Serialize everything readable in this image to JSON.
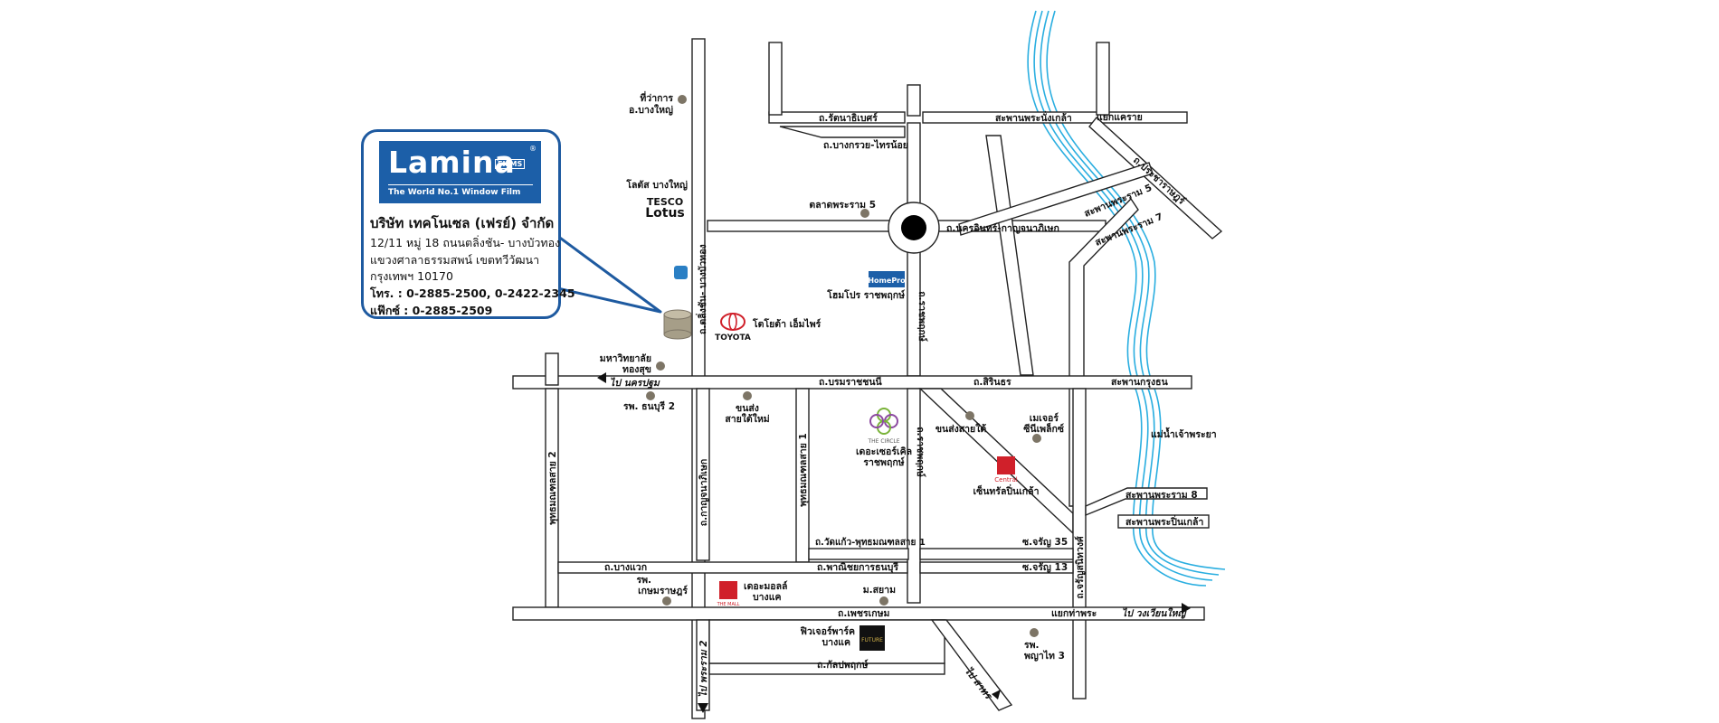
{
  "company": {
    "logo_text": "Lamina",
    "logo_films": "FILMS",
    "logo_reg": "®",
    "logo_tagline": "The World No.1 Window Film",
    "name": "บริษัท เทคโนเซล (เฟรย์) จำกัด",
    "address_1": "12/11 หมู่ 18 ถนนตลิ่งชัน- บางบัวทอง",
    "address_2": "แขวงศาลาธรรมสพน์ เขตทวีวัฒนา",
    "address_3": "กรุงเทพฯ 10170",
    "tel": "โทร. : 0-2885-2500, 0-2422-2345",
    "fax": "แฟ๊กซ์ : 0-2885-2509"
  },
  "roads": {
    "rattanathibet": "ถ.รัตนาธิเบศร์",
    "bang_kruai_sai_noi": "ถ.บางกรวย-ไทรน้อย",
    "nakhon_in_kanchanaphisek": "ถ.นครอินทร์-กาญจนาภิเษก",
    "taling_chan_bang_bua_thong": "ถ.ตลิ่งชัน- บางบัวทอง",
    "ratchaphruek_upper": "ถ.ราชพฤกษ์",
    "borommaratchachonnani": "ถ.บรมราชชนนี",
    "sirindhorn": "ถ.สิรินธร",
    "ratchaphruek_lower": "ถ.ราชพฤกษ์",
    "kanchanaphisek": "ถ.กาญจนาภิเษก",
    "phutthamonthon_2": "พุทธมณฑลสาย 2",
    "phutthamonthon_1": "พุทธมณฑลสาย 1",
    "wat_kaeo_phutthamonthon_1": "ถ.วัดแก้ว-พุทธมณฑลสาย 1",
    "soi_charan_35": "ซ.จรัญ 35",
    "soi_charan_13": "ซ.จรัญ 13",
    "bang_waek": "ถ.บางแวก",
    "phanitchayakan_thonburi": "ถ.พาณิชยการธนบุรี",
    "phetkasem": "ถ.เพชรเกษม",
    "kanlapaphruek": "ถ.กัลปพฤกษ์",
    "charan_sanitwong": "ถ.จรัญสนิทวงศ์",
    "pracharat": "ถ.ประชาราษฎร์"
  },
  "bridges": {
    "phra_nang_klao": "สะพานพระนั่งเกล้า",
    "phra_ram_5": "สะพานพระราม 5",
    "phra_ram_7": "สะพานพระราม 7",
    "krung_thon": "สะพานกรุงธน",
    "phra_ram_8": "สะพานพระราม 8",
    "phra_pin_klao": "สะพานพระปิ่นเกล้า"
  },
  "intersections": {
    "khae_rai": "แยกแคราย",
    "tha_phra": "แยกท่าพระ"
  },
  "places": {
    "bang_yai_district_l1": "ที่ว่าการ",
    "bang_yai_district_l2": "อ.บางใหญ่",
    "lotus_bang_yai": "โลตัส บางใหญ่",
    "tesco": "TESCO",
    "lotus": "Lotus",
    "talat_phra_ram_5": "ตลาดพระราม 5",
    "homepro_label": "โฮมโปร ราชพฤกษ์",
    "homepro_logo": "HomePro",
    "toyota_label": "โตโยต้า เอ็มไพร์",
    "toyota_logo": "TOYOTA",
    "thonglor_univ_l1": "มหาวิทยาลัย",
    "thonglor_univ_l2": "ทองสุข",
    "hospital_thonburi_2": "รพ. ธนบุรี 2",
    "southern_bus_new_l1": "ขนส่ง",
    "southern_bus_new_l2": "สายใต้ใหม่",
    "circle_logo": "THE CIRCLE",
    "circle_l1": "เดอะเซอร์เคิล",
    "circle_l2": "ราชพฤกษ์",
    "southern_bus_old": "ขนส่งสายใต้",
    "major_l1": "เมเจอร์",
    "major_l2": "ซีนีเพล็กซ์",
    "central_logo": "Central",
    "central_pinklao": "เซ็นทรัลปิ่นเกล้า",
    "kasemrad_l1": "รพ.",
    "kasemrad_l2": "เกษมราษฎร์",
    "mall_logo": "THE MALL",
    "mall_l1": "เดอะมอลล์",
    "mall_l2": "บางแค",
    "siam_univ": "ม.สยาม",
    "future_park_l1": "ฟิวเจอร์พาร์ค",
    "future_park_l2": "บางแค",
    "future_logo": "FUTURE",
    "phyathai_3_l1": "รพ.",
    "phyathai_3_l2": "พญาไท 3",
    "river": "แม่น้ำเจ้าพระยา"
  },
  "directions": {
    "to_nakhon_pathom": "ไป นครปฐม",
    "to_wongwian_yai": "ไป วงเวียนใหญ่",
    "to_phra_ram_2": "ไป พระราม 2",
    "to_sathorn": "ไป สาทร"
  },
  "colors": {
    "river": "#2aaee0",
    "brand_blue": "#1e5aa0",
    "road_outline": "#222222",
    "poi_dot": "#7d7566",
    "toyota_red": "#d0202a"
  }
}
